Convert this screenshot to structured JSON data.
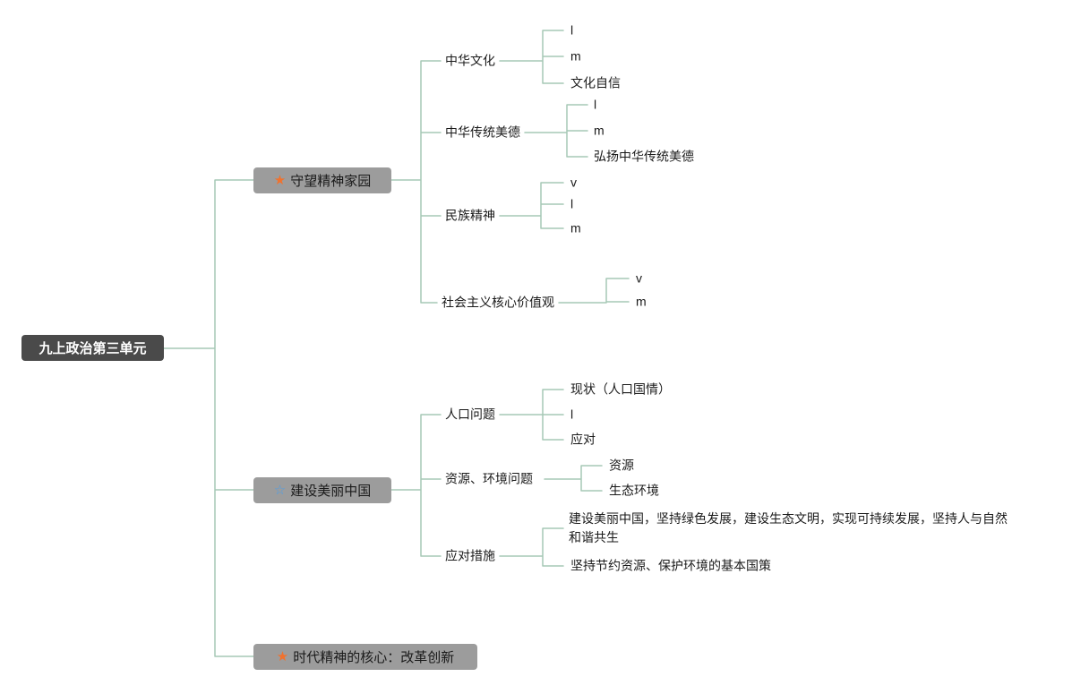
{
  "colors": {
    "line": "#A6C8B5",
    "root_bg": "#4A4A4A",
    "root_text": "#FFFFFF",
    "branch_bg": "#9C9C9C",
    "branch_text": "#1A1A1A",
    "text": "#1A1A1A",
    "star_orange": "#F0722E",
    "star_blue": "#4D9FE8"
  },
  "root": {
    "label": "九上政治第三单元"
  },
  "branches": [
    {
      "label": "守望精神家园",
      "icon": "star-filled-orange",
      "star_glyph": "★",
      "children": [
        {
          "label": "中华文化",
          "children": [
            {
              "label": "l"
            },
            {
              "label": "m"
            },
            {
              "label": "文化自信"
            }
          ]
        },
        {
          "label": "中华传统美德",
          "children": [
            {
              "label": "l"
            },
            {
              "label": "m"
            },
            {
              "label": "弘扬中华传统美德"
            }
          ]
        },
        {
          "label": "民族精神",
          "children": [
            {
              "label": "v"
            },
            {
              "label": "l"
            },
            {
              "label": "m"
            }
          ]
        },
        {
          "label": "社会主义核心价值观",
          "children": [
            {
              "label": "v"
            },
            {
              "label": "m"
            }
          ]
        }
      ]
    },
    {
      "label": "建设美丽中国",
      "icon": "star-outline-blue",
      "star_glyph": "☆",
      "children": [
        {
          "label": "人口问题",
          "children": [
            {
              "label": "现状（人口国情）"
            },
            {
              "label": "l"
            },
            {
              "label": "应对"
            }
          ]
        },
        {
          "label": "资源、环境问题",
          "children": [
            {
              "label": "资源"
            },
            {
              "label": "生态环境"
            }
          ]
        },
        {
          "label": "应对措施",
          "children": [
            {
              "label": "建设美丽中国，坚持绿色发展，建设生态文明，实现可持续发展，坚持人与自然和谐共生"
            },
            {
              "label": "坚持节约资源、保护环境的基本国策"
            }
          ]
        }
      ]
    },
    {
      "label": "时代精神的核心：改革创新",
      "icon": "star-filled-orange",
      "star_glyph": "★",
      "children": []
    }
  ]
}
